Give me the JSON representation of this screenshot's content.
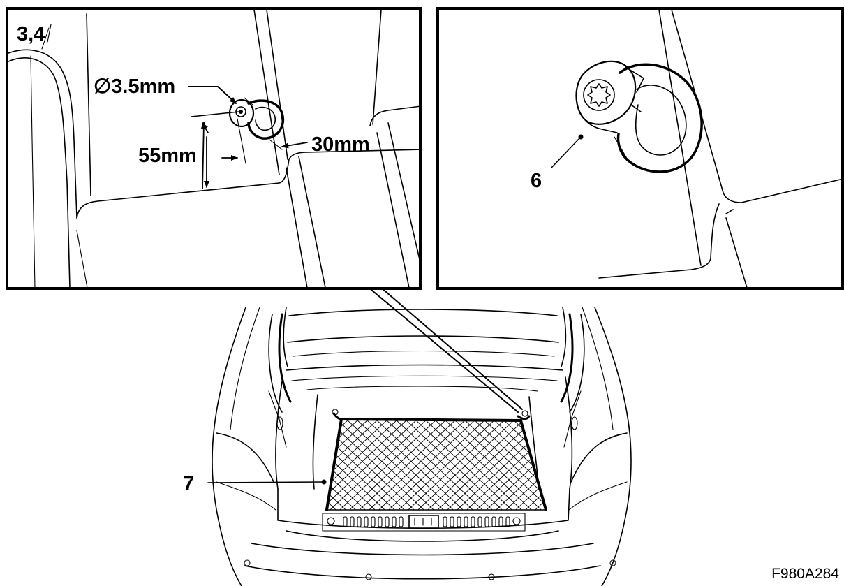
{
  "labels": {
    "panel_a_ref": "3,4",
    "hole_diameter": "∅3.5mm",
    "vertical_dim": "55mm",
    "edge_dim": "30mm",
    "callout_eye": "6",
    "callout_net": "7",
    "figure_id": "F980A284"
  }
}
